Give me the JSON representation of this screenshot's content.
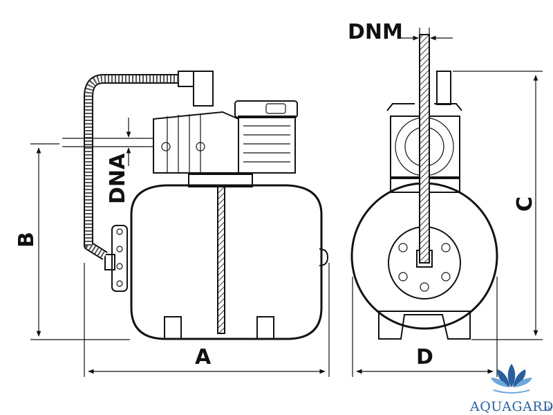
{
  "labels": {
    "dnm": "DNM",
    "dna": "DNA",
    "a": "A",
    "b": "B",
    "c": "C",
    "d": "D"
  },
  "logo": {
    "brand": "AQUAGARDEN",
    "suffix": ".sk",
    "icon": "lotus-icon",
    "color_primary": "#2a5f9e",
    "color_secondary": "#6fa8dc"
  }
}
